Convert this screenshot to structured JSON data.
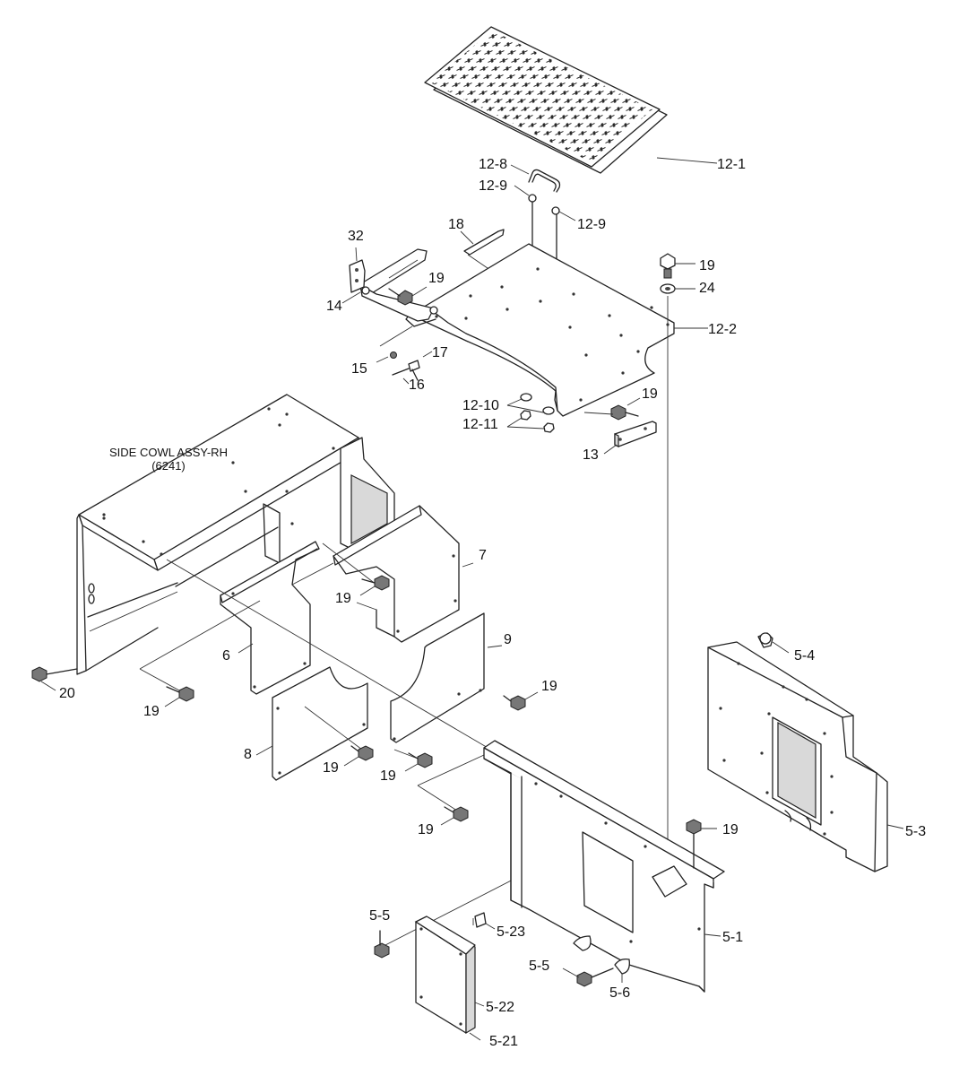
{
  "assembly_note": {
    "title": "SIDE COWL ASSY-RH",
    "ref": "(6241)"
  },
  "callouts": [
    {
      "id": "c12-1",
      "text": "12-1"
    },
    {
      "id": "c12-8",
      "text": "12-8"
    },
    {
      "id": "c12-9a",
      "text": "12-9"
    },
    {
      "id": "c12-9b",
      "text": "12-9"
    },
    {
      "id": "c18",
      "text": "18"
    },
    {
      "id": "c32",
      "text": "32"
    },
    {
      "id": "c19a",
      "text": "19"
    },
    {
      "id": "c14",
      "text": "14"
    },
    {
      "id": "c19b",
      "text": "19"
    },
    {
      "id": "c24",
      "text": "24"
    },
    {
      "id": "c12-2",
      "text": "12-2"
    },
    {
      "id": "c15",
      "text": "15"
    },
    {
      "id": "c17",
      "text": "17"
    },
    {
      "id": "c16",
      "text": "16"
    },
    {
      "id": "c12-10",
      "text": "12-10"
    },
    {
      "id": "c12-11",
      "text": "12-11"
    },
    {
      "id": "c19c",
      "text": "19"
    },
    {
      "id": "c13",
      "text": "13"
    },
    {
      "id": "c7",
      "text": "7"
    },
    {
      "id": "c19d",
      "text": "19"
    },
    {
      "id": "c6",
      "text": "6"
    },
    {
      "id": "c9",
      "text": "9"
    },
    {
      "id": "c20",
      "text": "20"
    },
    {
      "id": "c19e",
      "text": "19"
    },
    {
      "id": "c19f",
      "text": "19"
    },
    {
      "id": "c8",
      "text": "8"
    },
    {
      "id": "c19g",
      "text": "19"
    },
    {
      "id": "c19h",
      "text": "19"
    },
    {
      "id": "c5-4",
      "text": "5-4"
    },
    {
      "id": "c19i",
      "text": "19"
    },
    {
      "id": "c19j",
      "text": "19"
    },
    {
      "id": "c5-3",
      "text": "5-3"
    },
    {
      "id": "c5-1",
      "text": "5-1"
    },
    {
      "id": "c5-5a",
      "text": "5-5"
    },
    {
      "id": "c5-23",
      "text": "5-23"
    },
    {
      "id": "c5-5b",
      "text": "5-5"
    },
    {
      "id": "c5-6",
      "text": "5-6"
    },
    {
      "id": "c5-22",
      "text": "5-22"
    },
    {
      "id": "c5-21",
      "text": "5-21"
    }
  ]
}
